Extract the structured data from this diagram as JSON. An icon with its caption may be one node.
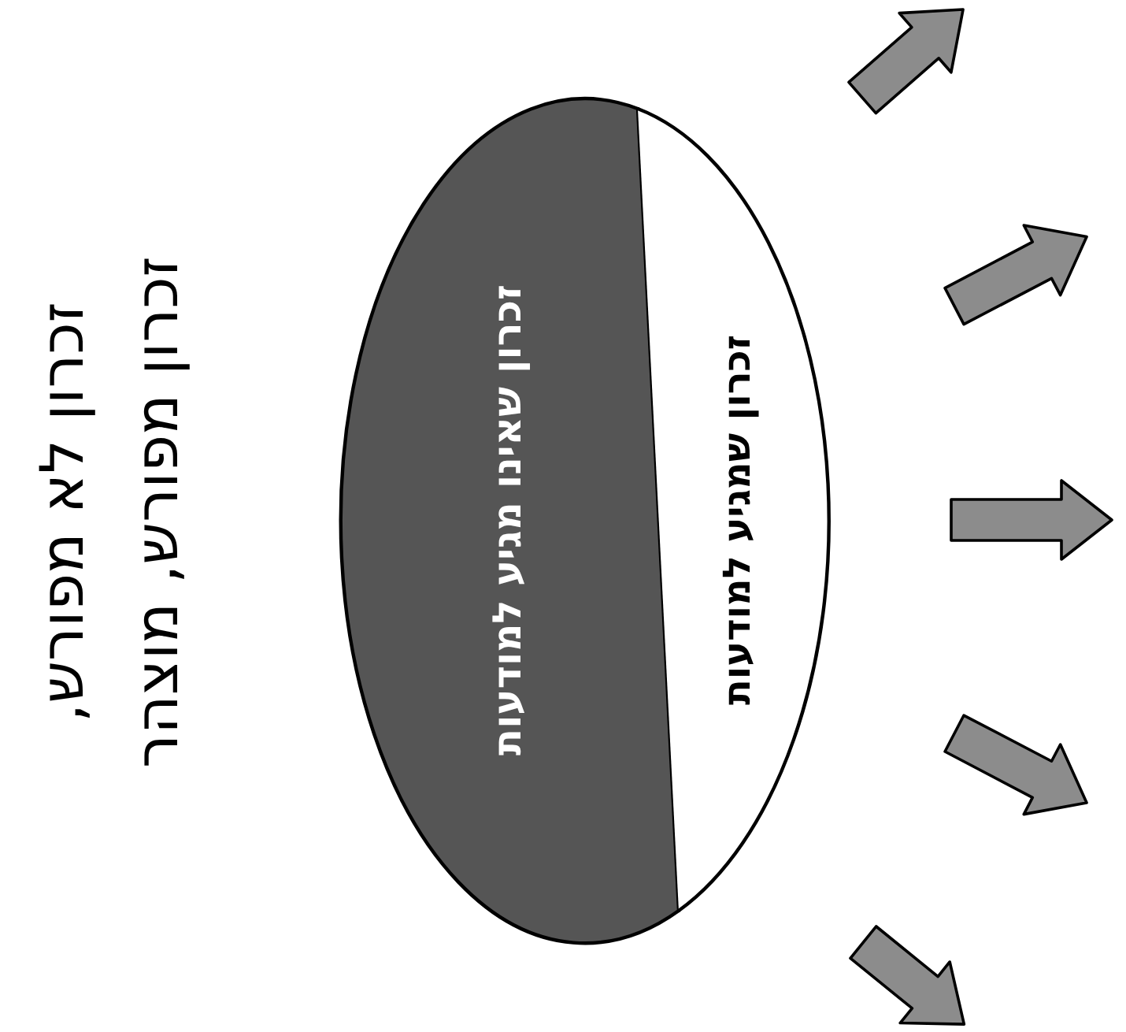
{
  "diagram": {
    "nodes": [
      {
        "text": [
          "זכרון שאינו מגיע למודעות"
        ]
      },
      {
        "text": [
          "זכרון שמגיע למודעות"
        ]
      }
    ],
    "labels": [
      "זכרון לא מפורש,",
      "זכרון מפורש, מוצהר"
    ]
  }
}
